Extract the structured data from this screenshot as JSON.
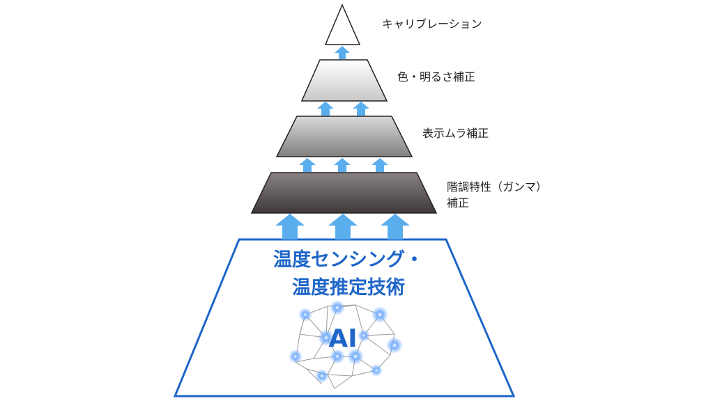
{
  "layers": [
    {
      "label_lines": [
        "キャリブレーション"
      ]
    },
    {
      "label_lines": [
        "色・明るさ補正"
      ]
    },
    {
      "label_lines": [
        "表示ムラ補正"
      ]
    },
    {
      "label_lines": [
        "階調特性（ガンマ）",
        "補正"
      ]
    }
  ],
  "base": {
    "title_lines": [
      "温度センシング・",
      "温度推定技術"
    ],
    "ai_label": "AI"
  },
  "colors": {
    "arrow": "#5aaeee",
    "base_border": "#1e66c8",
    "base_text": "#1e66c8",
    "tier_stroke": "#222222"
  },
  "icons": {
    "network": "neural-network-brain-icon"
  }
}
